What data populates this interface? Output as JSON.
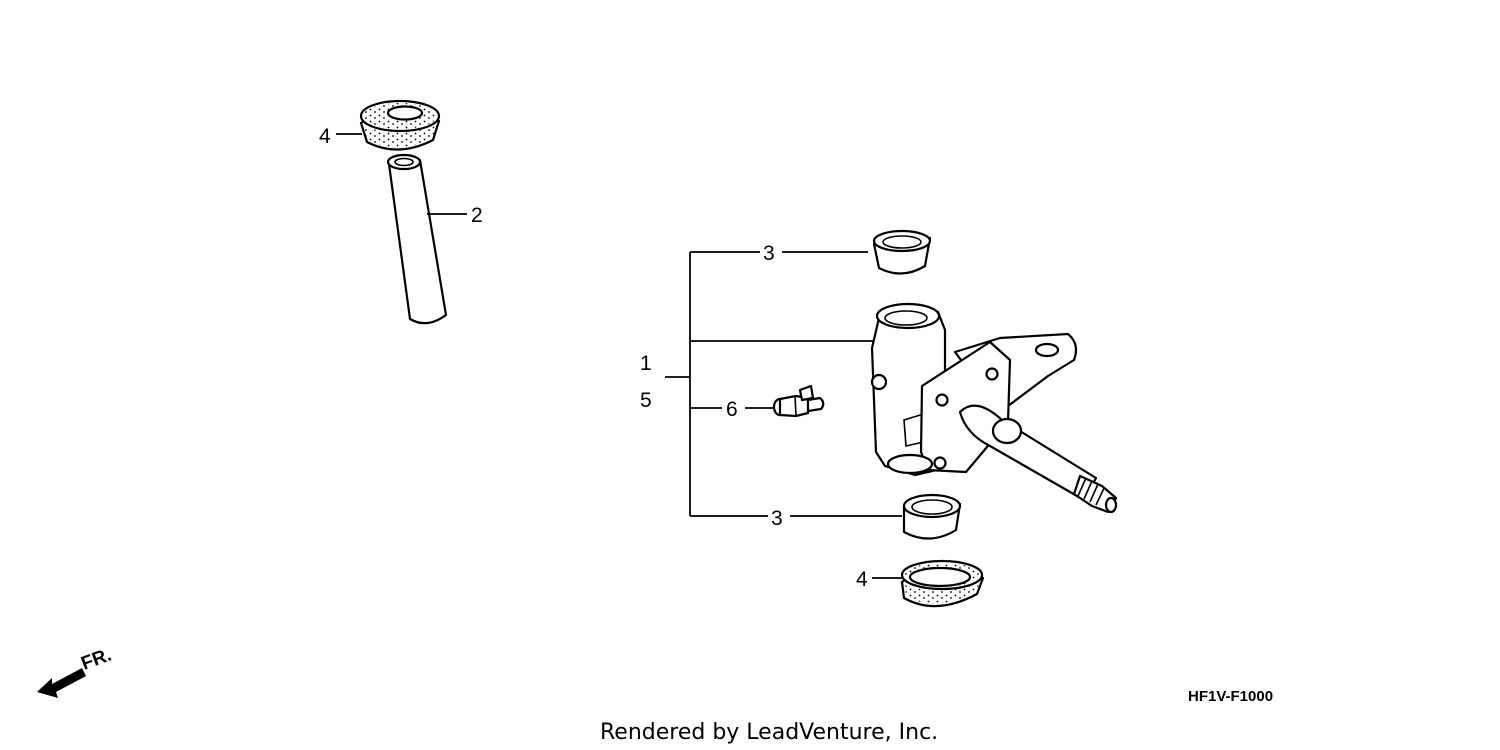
{
  "callouts": {
    "seal_top": "4",
    "pipe": "2",
    "bushing_upper": "3",
    "assembly_1": "1",
    "assembly_5": "5",
    "grease_fitting": "6",
    "bushing_lower": "3",
    "seal_bottom": "4"
  },
  "direction_label": "FR.",
  "diagram_code": "HF1V-F1000",
  "footer": "Rendered by LeadVenture, Inc."
}
